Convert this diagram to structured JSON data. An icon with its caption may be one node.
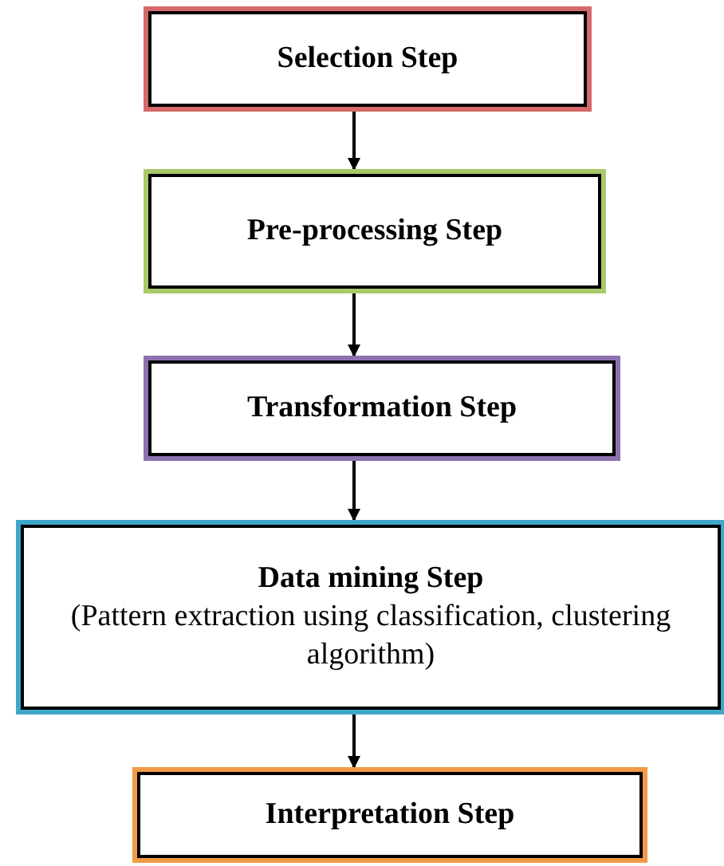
{
  "diagram": {
    "nodes": [
      {
        "text": [
          "Selection Step"
        ]
      },
      {
        "text": [
          "Pre-processing Step"
        ]
      },
      {
        "text": [
          "Transformation Step"
        ]
      },
      {
        "text": [
          "Data mining Step",
          "(Pattern extraction using classification, clustering algorithm)"
        ]
      },
      {
        "text": [
          "Interpretation Step"
        ]
      }
    ],
    "edges": [
      {
        "from": 0,
        "to": 1,
        "arrow": "to"
      },
      {
        "from": 1,
        "to": 2,
        "arrow": "to"
      },
      {
        "from": 2,
        "to": 3,
        "arrow": "to"
      },
      {
        "from": 3,
        "to": 4,
        "arrow": "to"
      }
    ]
  }
}
